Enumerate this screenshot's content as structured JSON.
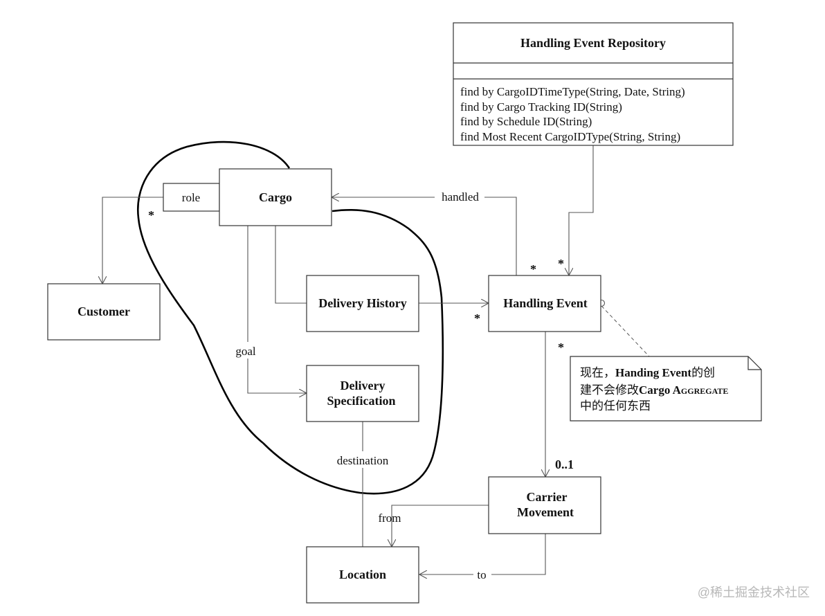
{
  "classes": {
    "repository": {
      "name": "Handling Event Repository",
      "methods": [
        "find by CargoIDTimeType(String, Date, String)",
        "find by Cargo Tracking ID(String)",
        "find by Schedule ID(String)",
        "find Most Recent CargoIDType(String, String)"
      ]
    },
    "cargo": "Cargo",
    "customer": "Customer",
    "delivery_history": "Delivery History",
    "handling_event": "Handling Event",
    "delivery_spec": [
      "Delivery",
      "Specification"
    ],
    "carrier_movement": [
      "Carrier",
      "Movement"
    ],
    "location": "Location"
  },
  "labels": {
    "role": "role",
    "handled": "handled",
    "goal": "goal",
    "destination": "destination",
    "from": "from",
    "to": "to",
    "zero_one": "0..1",
    "star": "*"
  },
  "note": {
    "line1_prefix": "现在，",
    "line1_bold": "Handing Event",
    "line1_suffix": "的创",
    "line2_prefix": "建不会修改",
    "line2_bold": "Cargo ",
    "line2_smallcaps_first": "A",
    "line2_smallcaps_rest": "GGREGATE",
    "line3": "中的任何东西"
  },
  "watermark": "@稀土掘金技术社区"
}
